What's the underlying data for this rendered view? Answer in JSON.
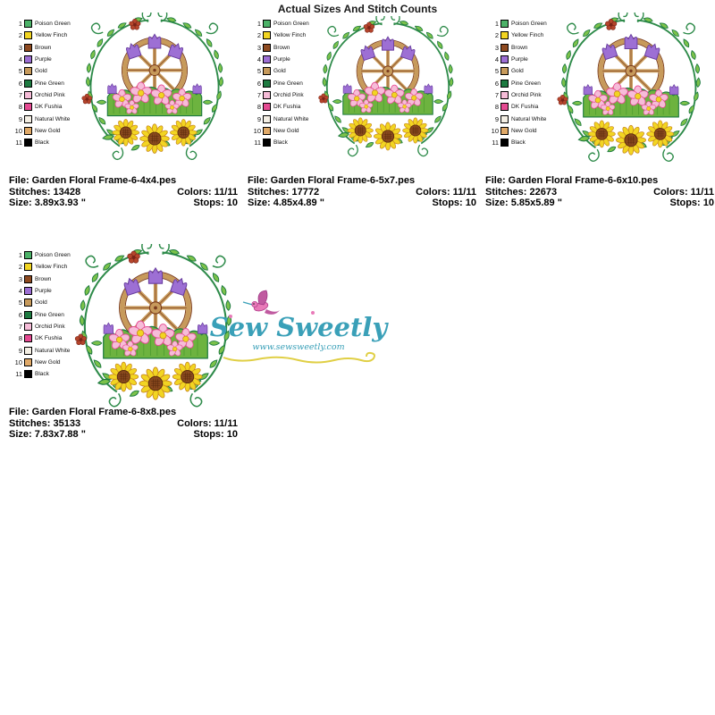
{
  "title": "Actual Sizes And Stitch Counts",
  "palette": [
    {
      "num": "1",
      "name": "Poison Green",
      "color": "#4cb268"
    },
    {
      "num": "2",
      "name": "Yellow Finch",
      "color": "#f2d522"
    },
    {
      "num": "3",
      "name": "Brown",
      "color": "#8e4a20"
    },
    {
      "num": "4",
      "name": "Purple",
      "color": "#9d6fd4"
    },
    {
      "num": "5",
      "name": "Gold",
      "color": "#c79a5b"
    },
    {
      "num": "6",
      "name": "Pine Green",
      "color": "#1d7a40"
    },
    {
      "num": "7",
      "name": "Orchid Pink",
      "color": "#f6bcd8"
    },
    {
      "num": "8",
      "name": "DK Fushia",
      "color": "#e54a92"
    },
    {
      "num": "9",
      "name": "Natural White",
      "color": "#f4efe4"
    },
    {
      "num": "10",
      "name": "New Gold",
      "color": "#e0a968"
    },
    {
      "num": "11",
      "name": "Black",
      "color": "#000000"
    }
  ],
  "panels": [
    {
      "file": "File: Garden Floral Frame-6-4x4.pes",
      "stitches": "Stitches: 13428",
      "colors": "Colors: 11/11",
      "size": "Size: 3.89x3.93 \"",
      "stops": "Stops: 10"
    },
    {
      "file": "File: Garden Floral Frame-6-5x7.pes",
      "stitches": "Stitches: 17772",
      "colors": "Colors: 11/11",
      "size": "Size: 4.85x4.89 \"",
      "stops": "Stops: 10"
    },
    {
      "file": "File: Garden Floral Frame-6-6x10.pes",
      "stitches": "Stitches: 22673",
      "colors": "Colors: 11/11",
      "size": "Size: 5.85x5.89 \"",
      "stops": "Stops: 10"
    },
    {
      "file": "File: Garden Floral Frame-6-8x8.pes",
      "stitches": "Stitches: 35133",
      "colors": "Colors: 11/11",
      "size": "Size: 7.83x7.88 \"",
      "stops": "Stops: 10"
    }
  ],
  "logo": {
    "brand": "Sew Sweetly",
    "url": "www.sewsweetly.com",
    "brand_color": "#3aa0b8",
    "accent_pink": "#e87ab8",
    "squiggle_yellow": "#e0cf45"
  }
}
